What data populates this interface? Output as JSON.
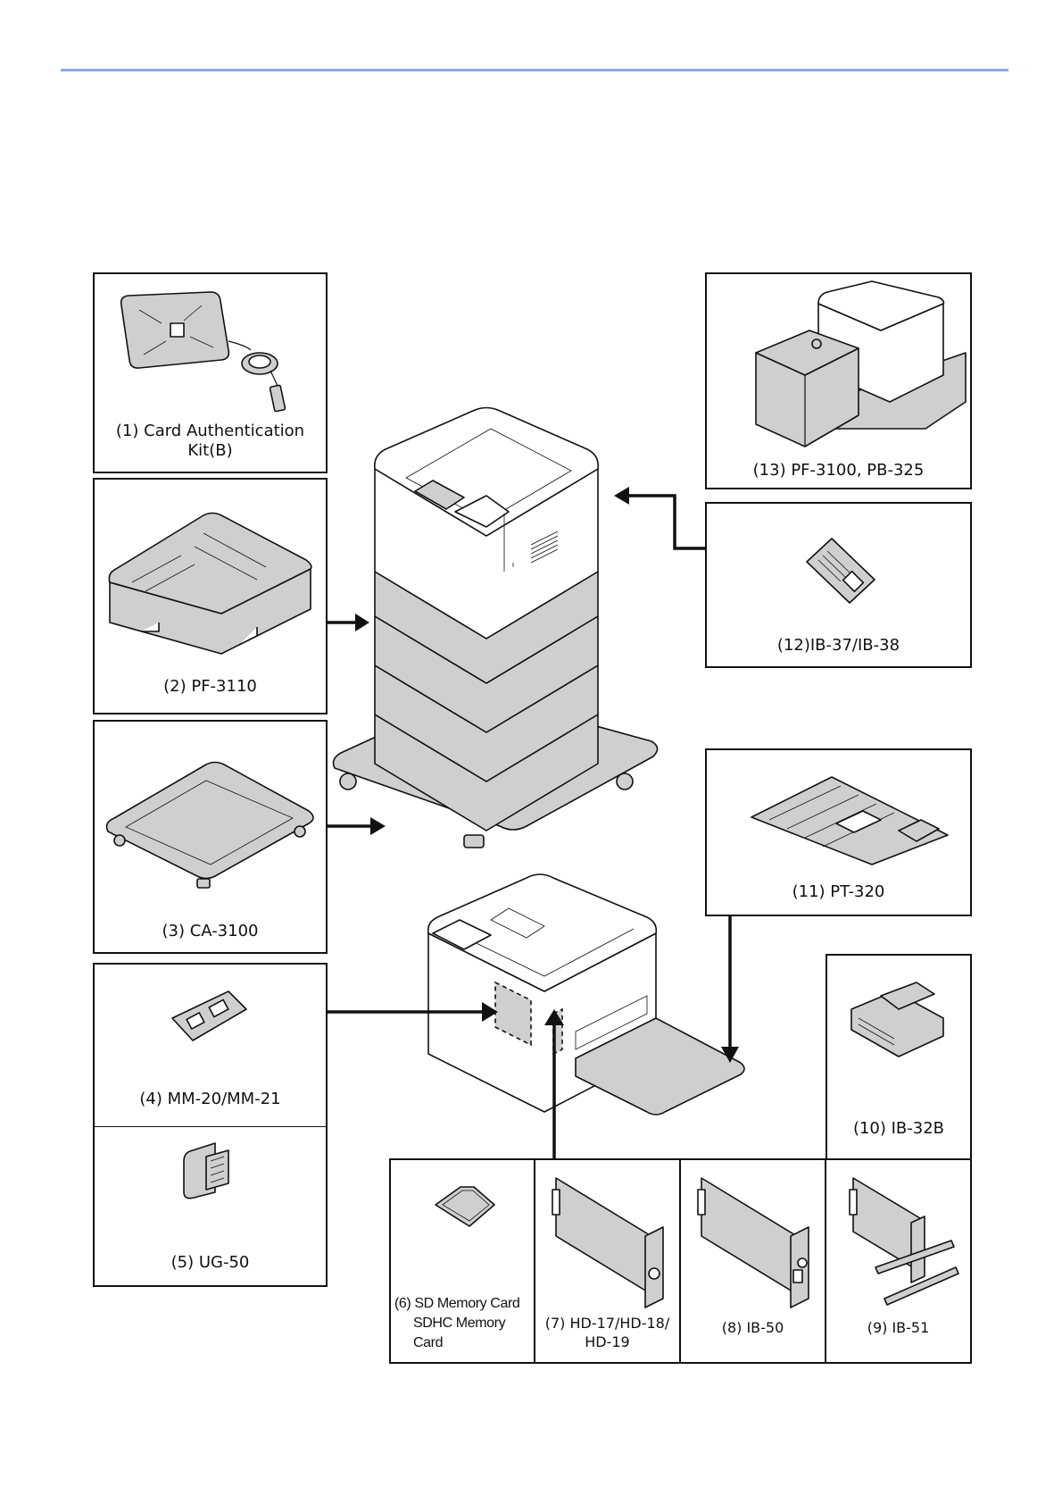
{
  "page": {
    "header_rule_color": "#8aa9df"
  },
  "options": [
    {
      "id": 1,
      "label": "(1) Card Authentication Kit(B)",
      "icon": "card-reader-icon"
    },
    {
      "id": 2,
      "label": "(2) PF-3110",
      "icon": "paper-feeder-icon"
    },
    {
      "id": 3,
      "label": "(3) CA-3100",
      "icon": "caster-base-icon"
    },
    {
      "id": 4,
      "label": "(4) MM-20/MM-21",
      "icon": "memory-module-icon"
    },
    {
      "id": 5,
      "label": "(5) UG-50",
      "icon": "upgrade-kit-icon"
    },
    {
      "id": 6,
      "label_lines": [
        "(6) SD Memory Card",
        "SDHC Memory Card"
      ],
      "icon": "sd-card-icon"
    },
    {
      "id": 7,
      "label_lines": [
        "(7) HD-17/HD-18/",
        "HD-19"
      ],
      "icon": "ssd-card-icon"
    },
    {
      "id": 8,
      "label": "(8) IB-50",
      "icon": "network-card-icon"
    },
    {
      "id": 9,
      "label": "(9) IB-51",
      "icon": "wireless-card-icon"
    },
    {
      "id": 10,
      "label": "(10) IB-32B",
      "icon": "parallel-interface-icon"
    },
    {
      "id": 11,
      "label": "(11) PT-320",
      "icon": "output-tray-icon"
    },
    {
      "id": 12,
      "label": "(12)IB-37/IB-38",
      "icon": "wireless-module-icon"
    },
    {
      "id": 13,
      "label": "(13) PF-3100, PB-325",
      "icon": "large-capacity-feeder-icon"
    }
  ],
  "center": {
    "main_printer": "printer-stack-icon",
    "rear_printer": "printer-rear-icon"
  }
}
